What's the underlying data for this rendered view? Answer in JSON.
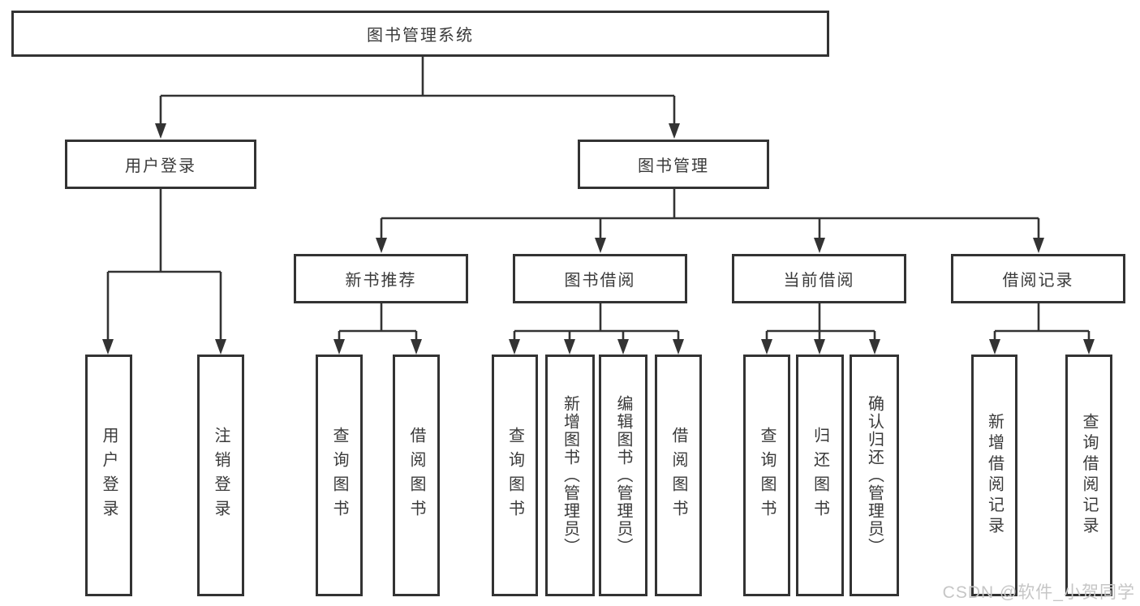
{
  "diagram": {
    "type": "hierarchy-tree",
    "title": "图书管理系统",
    "colors": {
      "line": "#333333",
      "border": "#333333",
      "text": "#3a3a3a",
      "background": "#ffffff",
      "watermark": "#c6c6c6"
    },
    "nodes": {
      "root": {
        "label": "图书管理系统",
        "level": 1
      },
      "user_login": {
        "label": "用户登录",
        "level": 2
      },
      "book_mgmt": {
        "label": "图书管理",
        "level": 2
      },
      "new_book_rec": {
        "label": "新书推荐",
        "level": 3
      },
      "book_borrow": {
        "label": "图书借阅",
        "level": 3
      },
      "current_borrow": {
        "label": "当前借阅",
        "level": 3
      },
      "borrow_record": {
        "label": "借阅记录",
        "level": 3
      },
      "ul_login": {
        "label": "用户登录",
        "level": 4
      },
      "ul_logout": {
        "label": "注销登录",
        "level": 4
      },
      "nbr_query": {
        "label": "查询图书",
        "level": 4
      },
      "nbr_borrow": {
        "label": "借阅图书",
        "level": 4
      },
      "bb_query": {
        "label": "查询图书",
        "level": 4
      },
      "bb_add": {
        "label": "新增图书（管理员）",
        "level": 4
      },
      "bb_edit": {
        "label": "编辑图书（管理员）",
        "level": 4
      },
      "bb_borrow": {
        "label": "借阅图书",
        "level": 4
      },
      "cb_query": {
        "label": "查询图书",
        "level": 4
      },
      "cb_return": {
        "label": "归还图书",
        "level": 4
      },
      "cb_confirm": {
        "label": "确认归还（管理员）",
        "level": 4
      },
      "br_add": {
        "label": "新增借阅记录",
        "level": 4
      },
      "br_query": {
        "label": "查询借阅记录",
        "level": 4
      }
    },
    "edges": [
      [
        "root",
        "user_login"
      ],
      [
        "root",
        "book_mgmt"
      ],
      [
        "user_login",
        "ul_login"
      ],
      [
        "user_login",
        "ul_logout"
      ],
      [
        "book_mgmt",
        "new_book_rec"
      ],
      [
        "book_mgmt",
        "book_borrow"
      ],
      [
        "book_mgmt",
        "current_borrow"
      ],
      [
        "book_mgmt",
        "borrow_record"
      ],
      [
        "new_book_rec",
        "nbr_query"
      ],
      [
        "new_book_rec",
        "nbr_borrow"
      ],
      [
        "book_borrow",
        "bb_query"
      ],
      [
        "book_borrow",
        "bb_add"
      ],
      [
        "book_borrow",
        "bb_edit"
      ],
      [
        "book_borrow",
        "bb_borrow"
      ],
      [
        "current_borrow",
        "cb_query"
      ],
      [
        "current_borrow",
        "cb_return"
      ],
      [
        "current_borrow",
        "cb_confirm"
      ],
      [
        "borrow_record",
        "br_add"
      ],
      [
        "borrow_record",
        "br_query"
      ]
    ]
  },
  "watermark": {
    "text": "CSDN @软件_小贺同学"
  }
}
